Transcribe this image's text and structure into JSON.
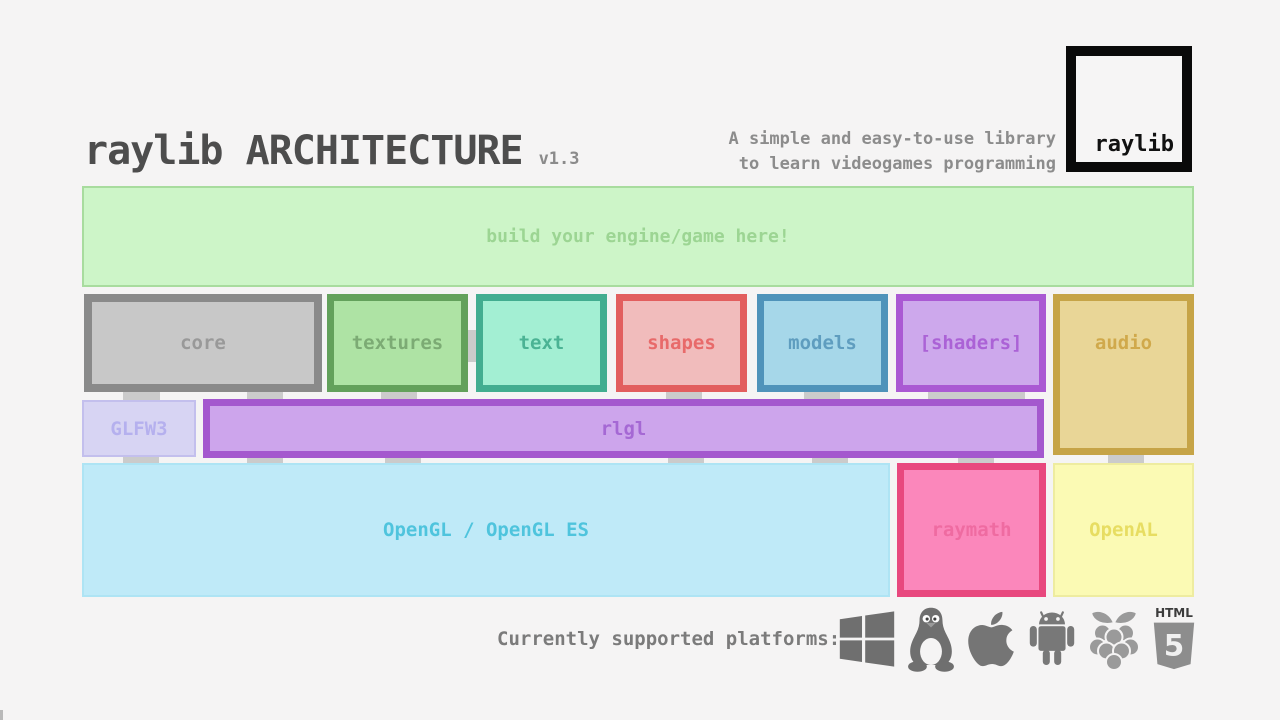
{
  "header": {
    "title": "raylib ARCHITECTURE",
    "version": "v1.3",
    "tagline_line1": "A simple and easy-to-use library",
    "tagline_line2": "to learn videogames programming",
    "logo_text": "raylib",
    "title_colors": {
      "text": "#4d4d4d"
    },
    "version_colors": {
      "text": "#8b8b8b"
    },
    "tagline_colors": {
      "text": "#8c8c8c"
    },
    "logo_colors": {
      "fill": "#f6f5f5",
      "border": "#0a0a0a",
      "text": "#111111"
    }
  },
  "diagram": {
    "connector_color": "#cbcbcb",
    "engine_box": {
      "label": "build your engine/game here!",
      "colors": {
        "fill": "#cdf5c8",
        "border": "#a8dc9e",
        "text": "#9cd593"
      }
    },
    "modules": [
      {
        "label": "core",
        "colors": {
          "fill": "#c8c8c8",
          "border": "#8a8a8a",
          "text": "#999999"
        }
      },
      {
        "label": "textures",
        "colors": {
          "fill": "#aee3a4",
          "border": "#63a15b",
          "text": "#7cab74"
        }
      },
      {
        "label": "text",
        "colors": {
          "fill": "#a3efd3",
          "border": "#42ad90",
          "text": "#4bb394"
        }
      },
      {
        "label": "shapes",
        "colors": {
          "fill": "#f1bcbc",
          "border": "#e25e5e",
          "text": "#e86a6a"
        }
      },
      {
        "label": "models",
        "colors": {
          "fill": "#a6d7e9",
          "border": "#4f93ba",
          "text": "#5f9dbf"
        }
      },
      {
        "label": "[shaders]",
        "colors": {
          "fill": "#cda8ec",
          "border": "#aa59d3",
          "text": "#ab62d6"
        }
      },
      {
        "label": "audio",
        "colors": {
          "fill": "#e9d697",
          "border": "#c6a447",
          "text": "#d0a94b"
        }
      }
    ],
    "glfw3": {
      "label": "GLFW3",
      "colors": {
        "fill": "#d7d4f3",
        "border": "#c3bfed",
        "text": "#b5b0ee"
      }
    },
    "rlgl": {
      "label": "rlgl",
      "colors": {
        "fill": "#cda5ec",
        "border": "#a458ce",
        "text": "#a568d4"
      }
    },
    "opengl": {
      "label": "OpenGL / OpenGL ES",
      "colors": {
        "fill": "#bfeaf8",
        "border": "#aee4f4",
        "text": "#4fc4dd"
      }
    },
    "raymath": {
      "label": "raymath",
      "colors": {
        "fill": "#fb87bb",
        "border": "#e8487e",
        "text": "#ef6ba1"
      }
    },
    "openal": {
      "label": "OpenAL",
      "colors": {
        "fill": "#fbfab4",
        "border": "#eeeca0",
        "text": "#e7dd62"
      }
    }
  },
  "footer": {
    "platforms_label": "Currently supported platforms:",
    "platforms_label_colors": {
      "text": "#7b7b7b"
    },
    "html5_wordmark": "HTML",
    "html5_numeral": "5",
    "icons": [
      {
        "name": "windows-icon",
        "colors": {
          "text": "#6f6f6f"
        }
      },
      {
        "name": "linux-tux-icon",
        "colors": {
          "text": "#6f6f6f"
        }
      },
      {
        "name": "apple-icon",
        "colors": {
          "text": "#757575"
        }
      },
      {
        "name": "android-icon",
        "colors": {
          "text": "#787878"
        }
      },
      {
        "name": "raspberry-pi-icon",
        "colors": {
          "text": "#9a9a9a"
        }
      },
      {
        "name": "html5-icon",
        "colors": {
          "text": "#8d8d8d"
        }
      }
    ]
  }
}
